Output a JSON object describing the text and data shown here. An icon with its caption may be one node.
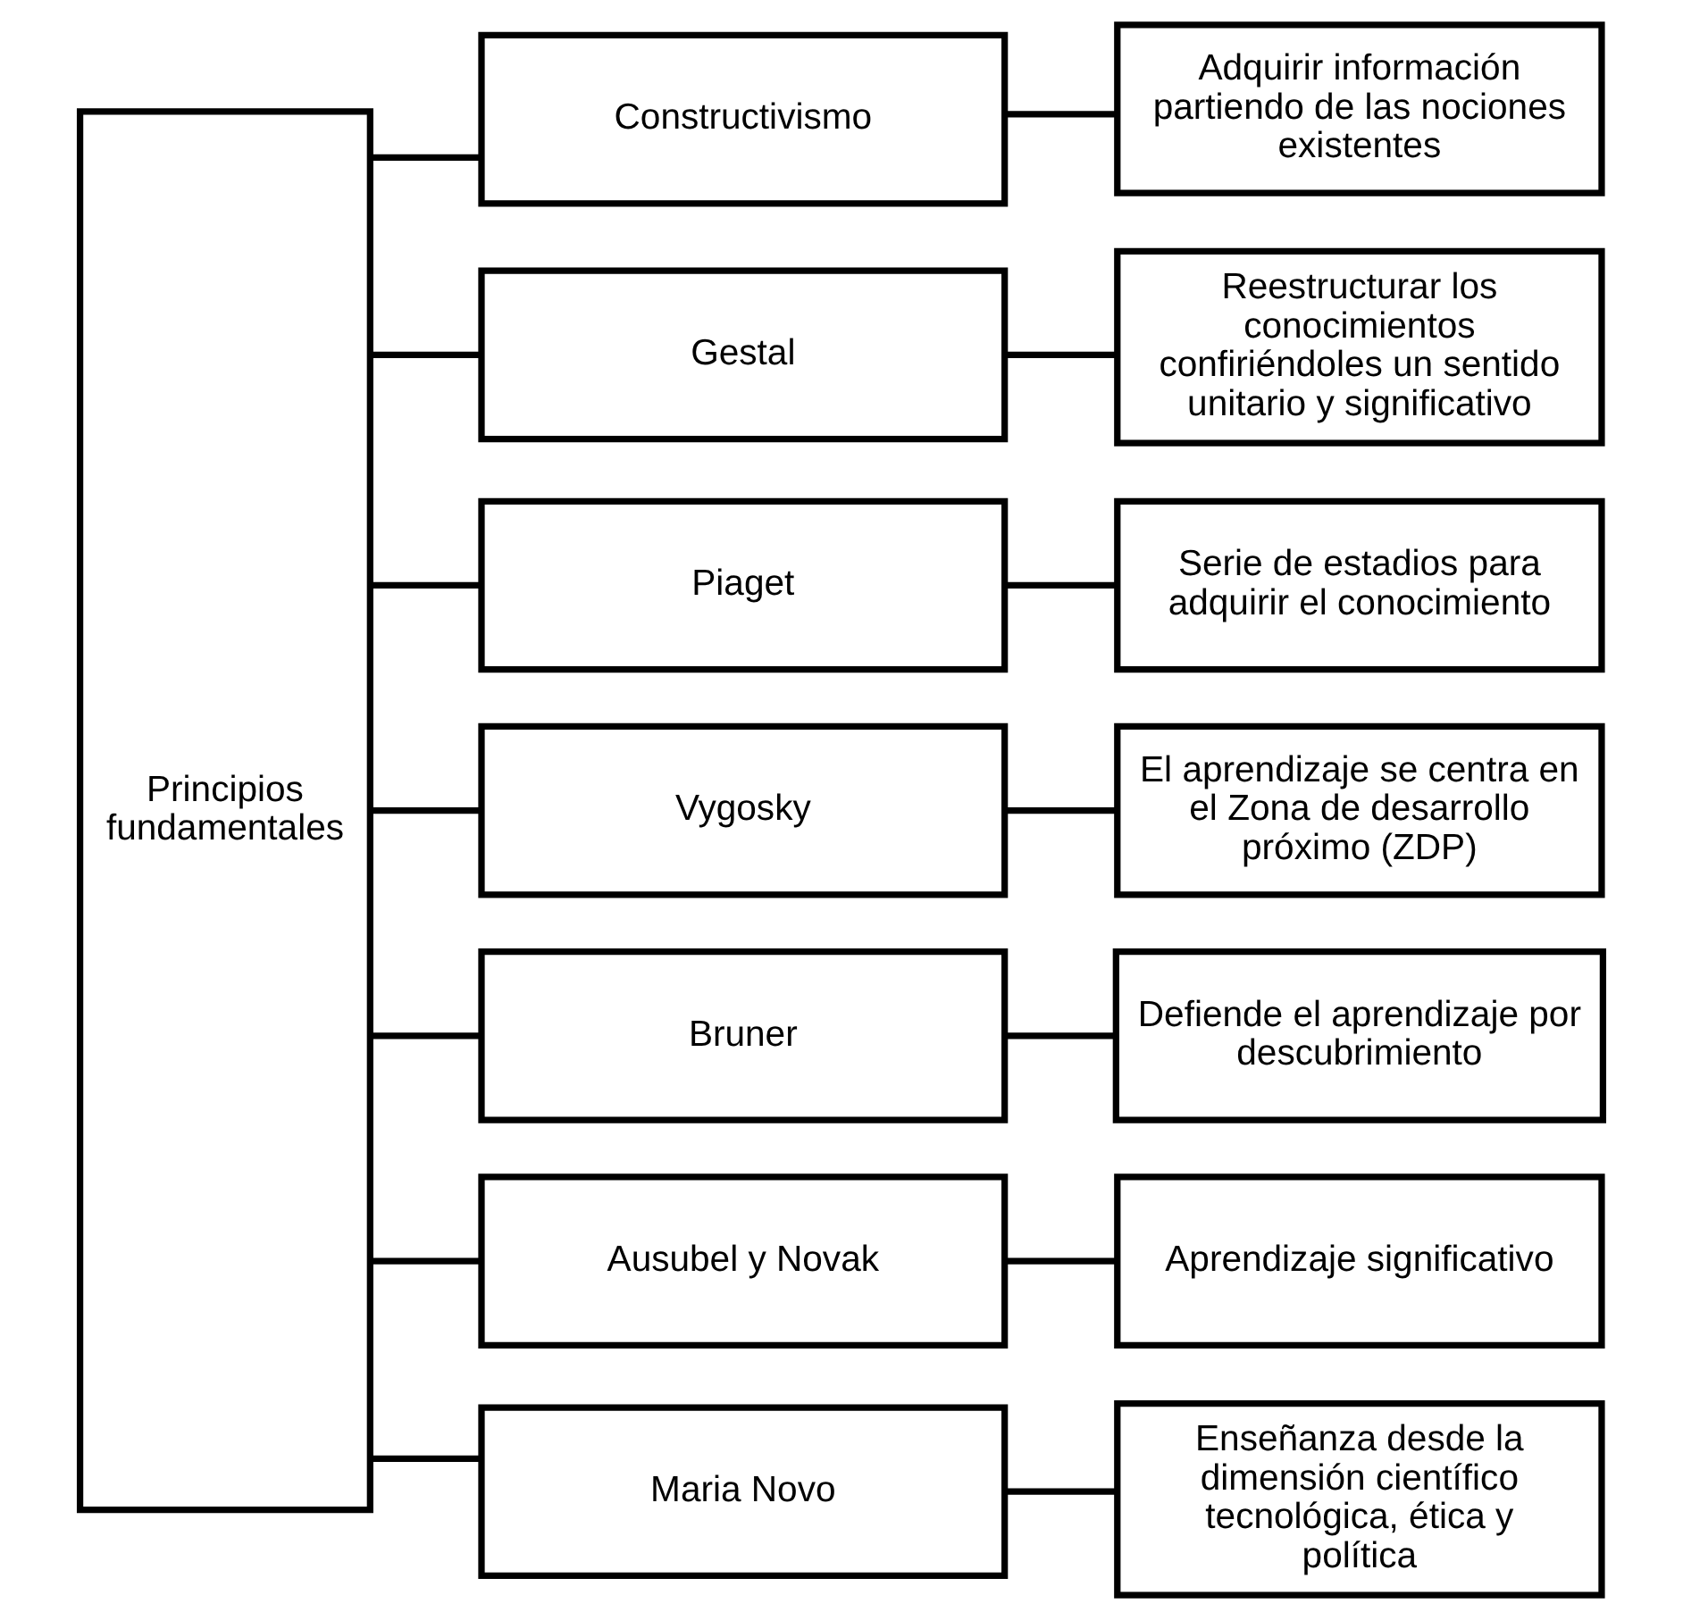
{
  "diagram": {
    "nodes": [
      {
        "text": [
          "Principios fundamentales"
        ]
      },
      {
        "text": [
          "Constructivismo"
        ]
      },
      {
        "text": [
          "Gestal"
        ]
      },
      {
        "text": [
          "Piaget"
        ]
      },
      {
        "text": [
          "Vygosky"
        ]
      },
      {
        "text": [
          "Bruner"
        ]
      },
      {
        "text": [
          "Ausubel y Novak"
        ]
      },
      {
        "text": [
          "Maria Novo"
        ]
      },
      {
        "text": [
          "Adquirir información partiendo de las nociones existentes"
        ]
      },
      {
        "text": [
          "Reestructurar los conocimientos confiriéndoles un sentido unitario y significativo"
        ]
      },
      {
        "text": [
          "Serie de estadios para adquirir el conocimiento"
        ]
      },
      {
        "text": [
          "El aprendizaje se centra en el Zona de desarrollo próximo (ZDP)"
        ]
      },
      {
        "text": [
          "Defiende el aprendizaje por descubrimiento"
        ]
      },
      {
        "text": [
          "Aprendizaje significativo"
        ]
      },
      {
        "text": [
          "Enseñanza desde la dimensión científico tecnológica, ética y política"
        ]
      }
    ],
    "edges": [
      {
        "from": 0,
        "to": 1,
        "arrow": "none"
      },
      {
        "from": 0,
        "to": 2,
        "arrow": "none"
      },
      {
        "from": 0,
        "to": 3,
        "arrow": "none"
      },
      {
        "from": 0,
        "to": 4,
        "arrow": "none"
      },
      {
        "from": 0,
        "to": 5,
        "arrow": "none"
      },
      {
        "from": 0,
        "to": 6,
        "arrow": "none"
      },
      {
        "from": 0,
        "to": 7,
        "arrow": "none"
      },
      {
        "from": 1,
        "to": 8,
        "arrow": "none"
      },
      {
        "from": 2,
        "to": 9,
        "arrow": "none"
      },
      {
        "from": 3,
        "to": 10,
        "arrow": "none"
      },
      {
        "from": 4,
        "to": 11,
        "arrow": "none"
      },
      {
        "from": 5,
        "to": 12,
        "arrow": "none"
      },
      {
        "from": 6,
        "to": 13,
        "arrow": "none"
      },
      {
        "from": 7,
        "to": 14,
        "arrow": "none"
      }
    ]
  }
}
